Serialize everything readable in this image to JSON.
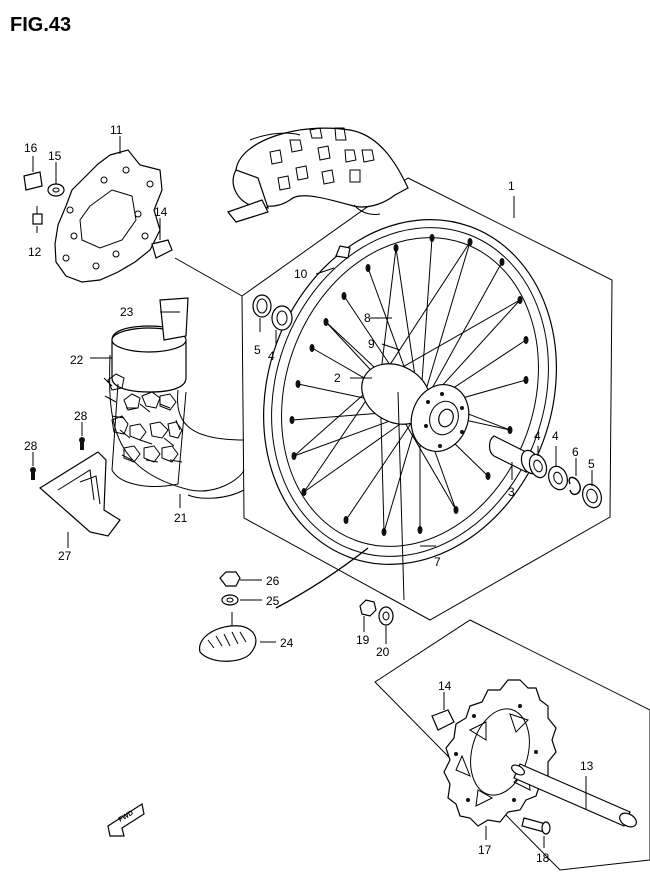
{
  "title": "FIG.43",
  "fwd_label": "FWD",
  "callouts": [
    "1",
    "2",
    "3",
    "4",
    "4",
    "4",
    "5",
    "5",
    "6",
    "7",
    "8",
    "9",
    "10",
    "11",
    "12",
    "13",
    "14",
    "14",
    "15",
    "16",
    "17",
    "18",
    "19",
    "20",
    "21",
    "22",
    "23",
    "24",
    "25",
    "26",
    "27",
    "28",
    "28"
  ]
}
